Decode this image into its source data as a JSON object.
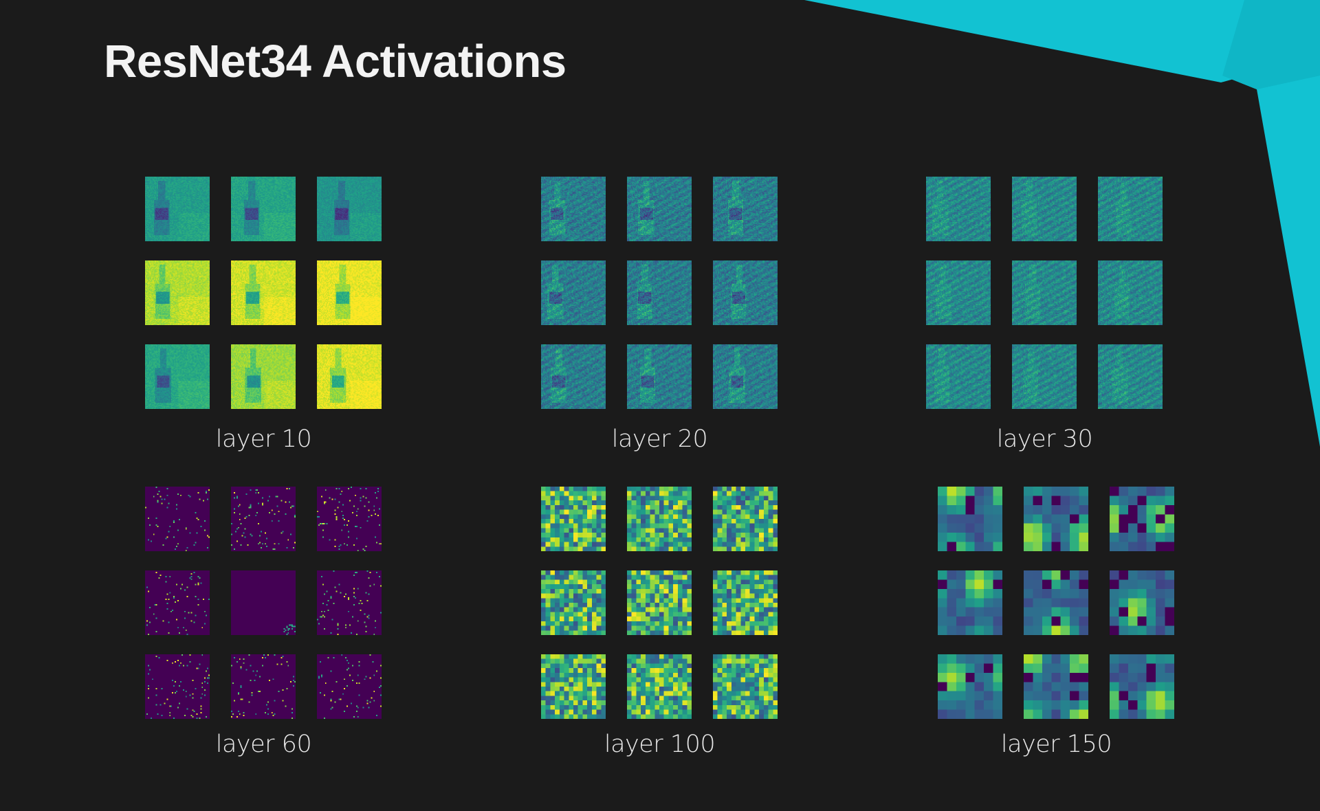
{
  "slide": {
    "title": "ResNet34 Activations",
    "accent_color": "#12c2d2",
    "accent_dark": "#0ea8b6",
    "background": "#1b1b1b",
    "panels": [
      {
        "label": "layer 10",
        "style": "image-bright",
        "resolution": 64
      },
      {
        "label": "layer 20",
        "style": "image-mid",
        "resolution": 64
      },
      {
        "label": "layer 30",
        "style": "image-edges",
        "resolution": 64
      },
      {
        "label": "layer 60",
        "style": "sparse",
        "resolution": 48
      },
      {
        "label": "layer 100",
        "style": "blocks",
        "resolution": 14
      },
      {
        "label": "layer 150",
        "style": "coarse",
        "resolution": 7
      }
    ],
    "colormap": "viridis"
  }
}
